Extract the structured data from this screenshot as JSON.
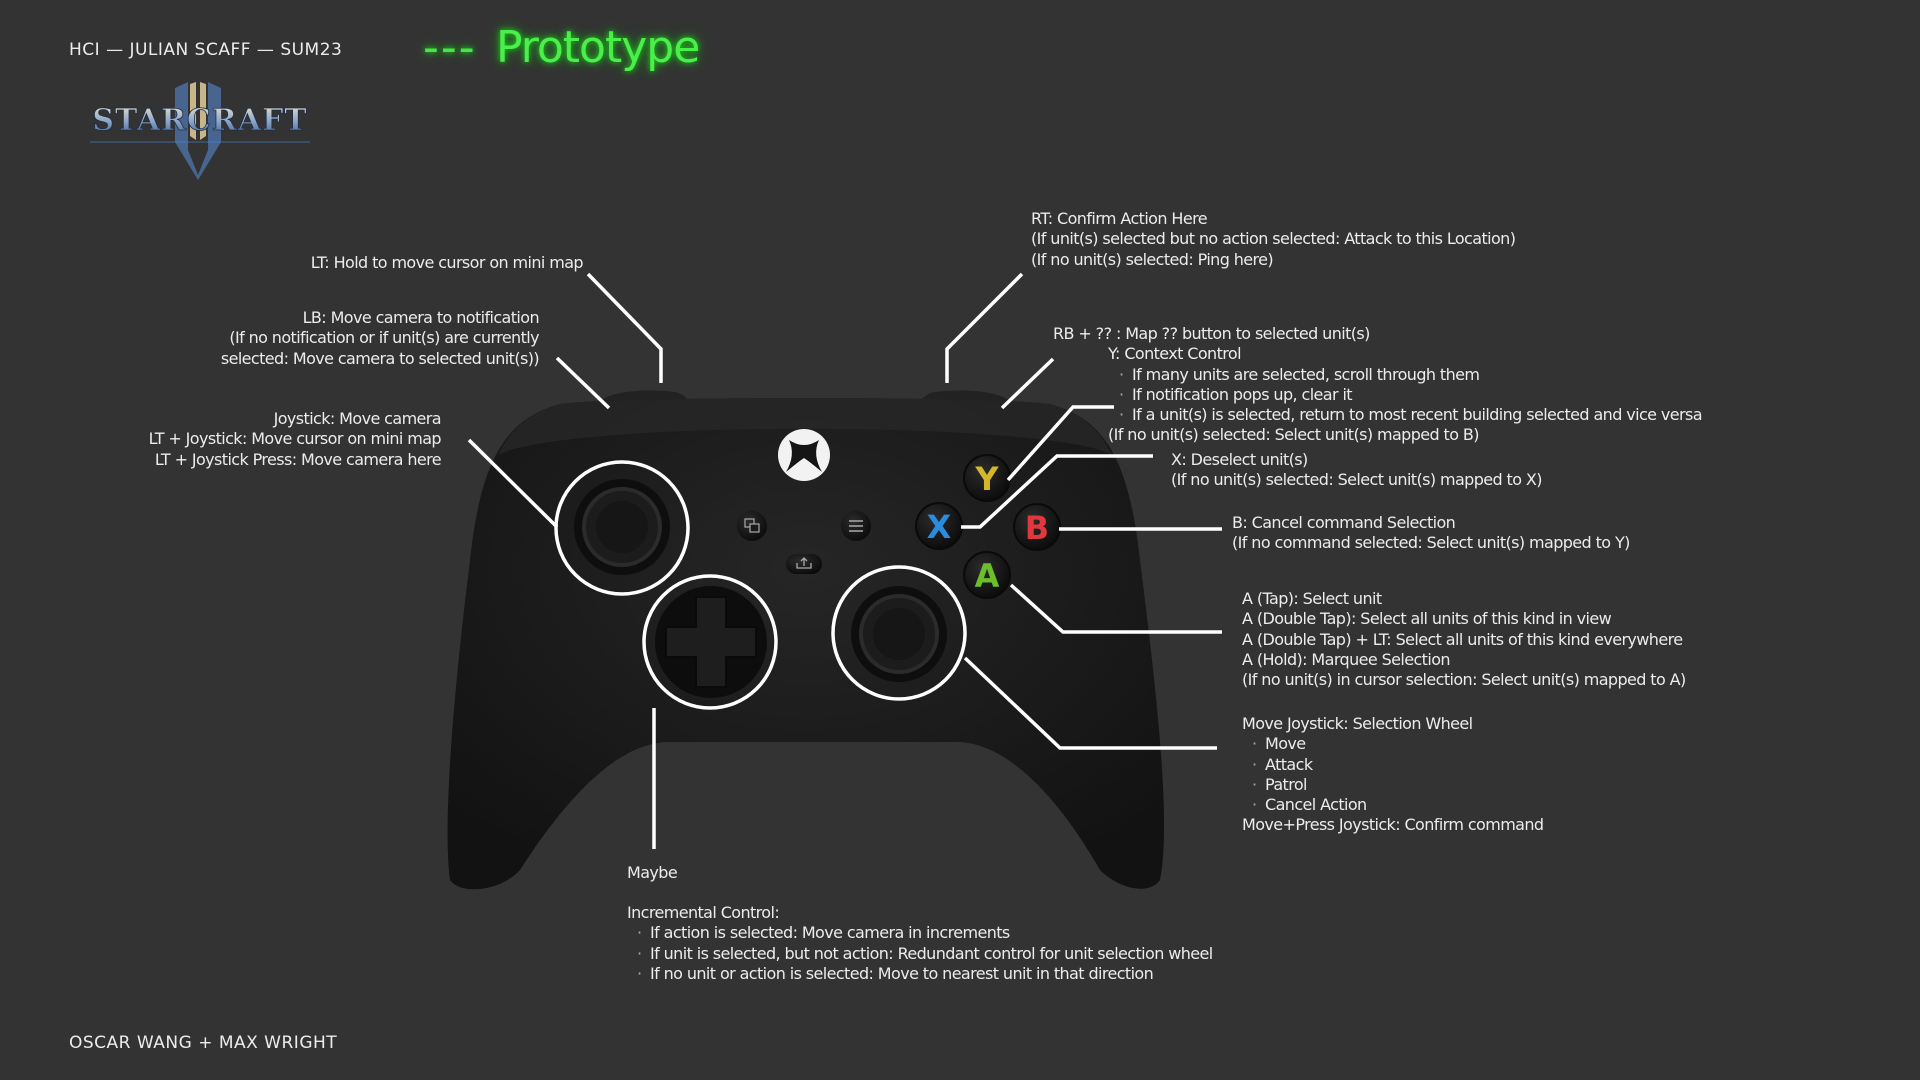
{
  "header": {
    "course": "HCI — JULIAN SCAFF — SUM23",
    "dashes": "---",
    "title": "Prototype"
  },
  "logo": {
    "text": "STARCRAFT II"
  },
  "footer": {
    "authors": "OSCAR WANG + MAX WRIGHT"
  },
  "controller": {
    "buttons": {
      "y": "Y",
      "x": "X",
      "b": "B",
      "a": "A"
    },
    "colors": {
      "y": "#d4b62a",
      "x": "#2a8be0",
      "b": "#e0383c",
      "a": "#6cbf2a",
      "accent": "#44e744"
    }
  },
  "annotations": {
    "lt": [
      "LT: Hold to move cursor on mini map"
    ],
    "lb": [
      "LB: Move camera to notification",
      "(If no notification or if unit(s) are currently",
      "selected: Move camera to selected unit(s))"
    ],
    "left_stick": [
      "Joystick: Move camera",
      "LT + Joystick: Move cursor on mini map",
      "LT + Joystick Press: Move camera here"
    ],
    "rt": [
      "RT: Confirm Action Here",
      "(If unit(s) selected but no action selected: Attack to this Location)",
      "(If no unit(s) selected: Ping here)"
    ],
    "rb": "RB + ?? : Map ?? button to selected unit(s)",
    "y": {
      "title": "Y: Context Control",
      "bullets": [
        "If many units are selected, scroll through them",
        "If notification pops up, clear it",
        "If a unit(s) is selected, return to most recent building selected and vice versa"
      ],
      "fallback": "(If no unit(s) selected: Select unit(s) mapped to B)"
    },
    "x": [
      "X: Deselect unit(s)",
      "(If no unit(s) selected: Select unit(s) mapped to X)"
    ],
    "b": [
      "B: Cancel command Selection",
      "(If no command selected: Select unit(s) mapped to Y)"
    ],
    "a": [
      "A (Tap): Select unit",
      "A (Double Tap): Select all units of this kind in view",
      "A (Double Tap) + LT: Select all units of this kind everywhere",
      "A (Hold): Marquee Selection",
      "(If no unit(s) in cursor selection: Select unit(s) mapped to A)"
    ],
    "right_stick": {
      "title": "Move Joystick: Selection Wheel",
      "bullets": [
        "Move",
        "Attack",
        "Patrol",
        "Cancel Action"
      ],
      "footer": "Move+Press Joystick: Confirm command"
    },
    "dpad": {
      "maybe": "Maybe",
      "title": "Incremental Control:",
      "bullets": [
        "If action is selected: Move camera in increments",
        "If unit is selected, but not action: Redundant control for unit selection wheel",
        "If no unit or action is selected: Move to nearest unit in that direction"
      ]
    }
  }
}
